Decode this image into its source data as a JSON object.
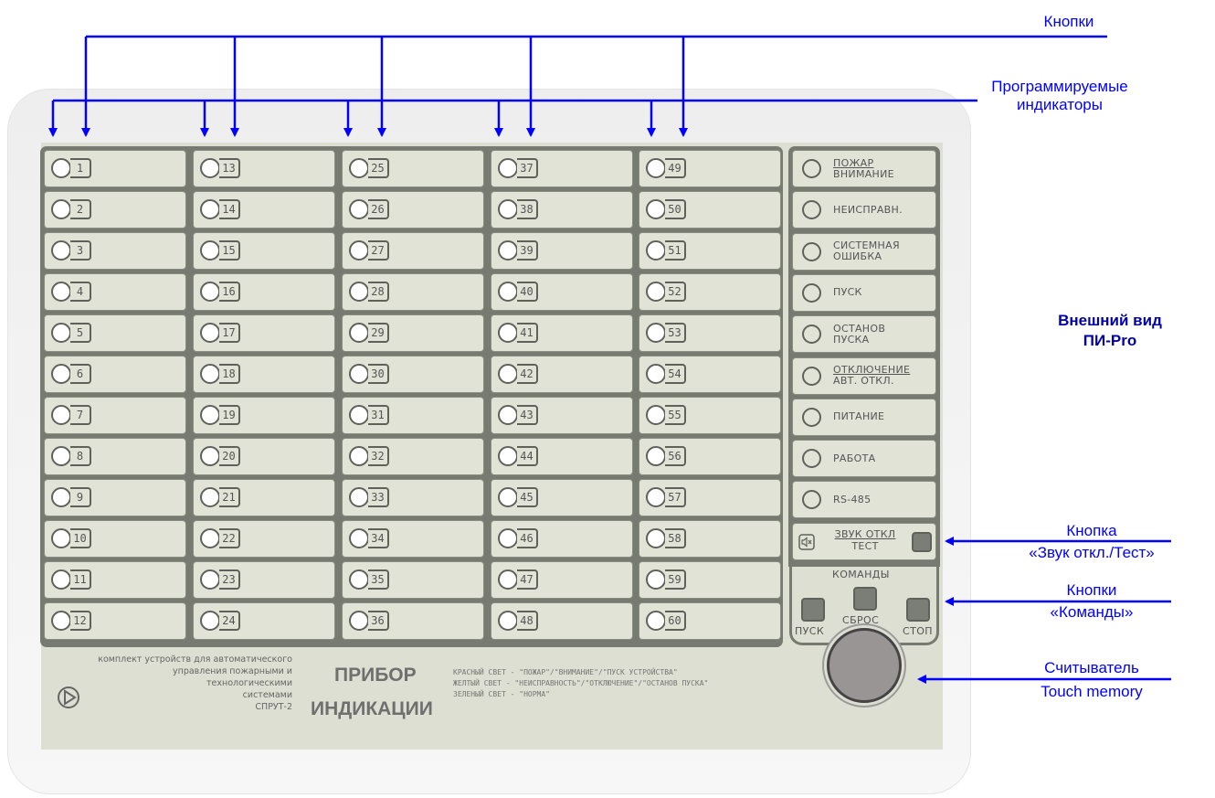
{
  "annotations": {
    "buttons": "Кнопки",
    "indicators_line1": "Программируемые",
    "indicators_line2": "индикаторы",
    "title_line1": "Внешний вид",
    "title_line2": "ПИ-Pro",
    "sound_line1": "Кнопка",
    "sound_line2": "«Звук откл./Тест»",
    "commands_line1": "Кнопки",
    "commands_line2": "«Команды»",
    "reader_line1": "Считыватель",
    "reader_line2": "Touch memory"
  },
  "grid": {
    "columns": [
      [
        "1",
        "2",
        "3",
        "4",
        "5",
        "6",
        "7",
        "8",
        "9",
        "10",
        "11",
        "12"
      ],
      [
        "13",
        "14",
        "15",
        "16",
        "17",
        "18",
        "19",
        "20",
        "21",
        "22",
        "23",
        "24"
      ],
      [
        "25",
        "26",
        "27",
        "28",
        "29",
        "30",
        "31",
        "32",
        "33",
        "34",
        "35",
        "36"
      ],
      [
        "37",
        "38",
        "39",
        "40",
        "41",
        "42",
        "43",
        "44",
        "45",
        "46",
        "47",
        "48"
      ],
      [
        "49",
        "50",
        "51",
        "52",
        "53",
        "54",
        "55",
        "56",
        "57",
        "58",
        "59",
        "60"
      ]
    ]
  },
  "status": [
    {
      "line1": "ПОЖАР",
      "line2": "ВНИМАНИЕ",
      "underline1": true
    },
    {
      "line1": "НЕИСПРАВН.",
      "line2": ""
    },
    {
      "line1": "СИСТЕМНАЯ",
      "line2": "ОШИБКА"
    },
    {
      "line1": "ПУСК",
      "line2": ""
    },
    {
      "line1": "ОСТАНОВ",
      "line2": "ПУСКА"
    },
    {
      "line1": "ОТКЛЮЧЕНИЕ",
      "line2": "АВТ. ОТКЛ.",
      "underline1": true
    },
    {
      "line1": "ПИТАНИЕ",
      "line2": ""
    },
    {
      "line1": "РАБОТА",
      "line2": ""
    },
    {
      "line1": "RS-485",
      "line2": ""
    }
  ],
  "sound": {
    "line1": "ЗВУК ОТКЛ",
    "line2": "ТЕСТ",
    "icon": "speaker-mute-icon"
  },
  "commands": {
    "title": "КОМАНДЫ",
    "start": "ПУСК",
    "reset": "СБРОС",
    "stop": "СТОП"
  },
  "footer": {
    "desc": [
      "комплект устройств для автоматического",
      "управления пожарными и",
      "технологическими",
      "системами",
      "СПРУТ-2"
    ],
    "title1": "ПРИБОР",
    "title2": "ИНДИКАЦИИ",
    "legend": [
      "КРАСНЫЙ СВЕТ  - \"ПОЖАР\"/\"ВНИМАНИЕ\"/\"ПУСК УСТРОЙСТВА\"",
      "ЖЕЛТЫЙ СВЕТ   - \"НЕИСПРАВНОСТЬ\"/\"ОТКЛЮЧЕНИЕ\"/\"ОСТАНОВ ПУСКА\"",
      "ЗЕЛЕНЫЙ СВЕТ  - \"НОРМА\""
    ]
  },
  "colors": {
    "annotation": "#0000ff",
    "panel": "#dcdfd1",
    "frame": "#777a70"
  }
}
